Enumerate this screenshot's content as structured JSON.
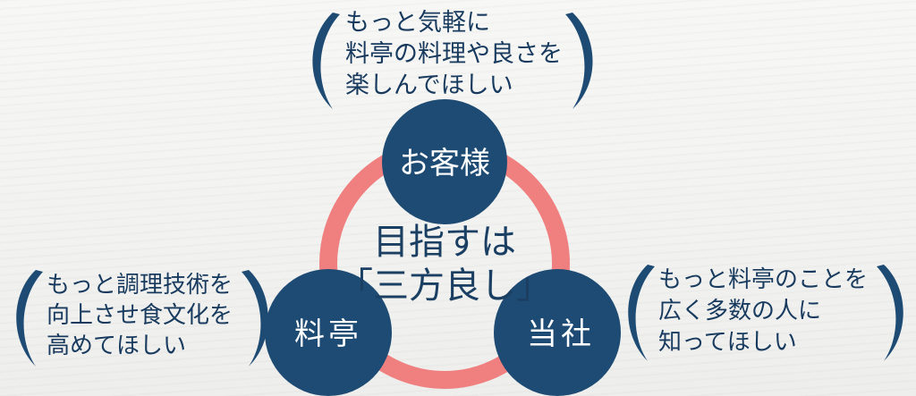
{
  "diagram": {
    "center_line1": "目指すは",
    "center_line2": "「三方良し」",
    "nodes": {
      "customer": "お客様",
      "ryotei": "料亭",
      "company": "当社"
    },
    "notes": {
      "customer": [
        "もっと気軽に",
        "料亭の料理や良さを",
        "楽しんでほしい"
      ],
      "ryotei": [
        "もっと調理技術を",
        "向上させ食文化を",
        "高めてほしい"
      ],
      "company": [
        "もっと料亭のことを",
        "広く多数の人に",
        "知ってほしい"
      ]
    },
    "colors": {
      "ring": "#f08080",
      "node": "#1e4b73",
      "text": "#173a5e",
      "background": "#f3f3f1"
    }
  }
}
